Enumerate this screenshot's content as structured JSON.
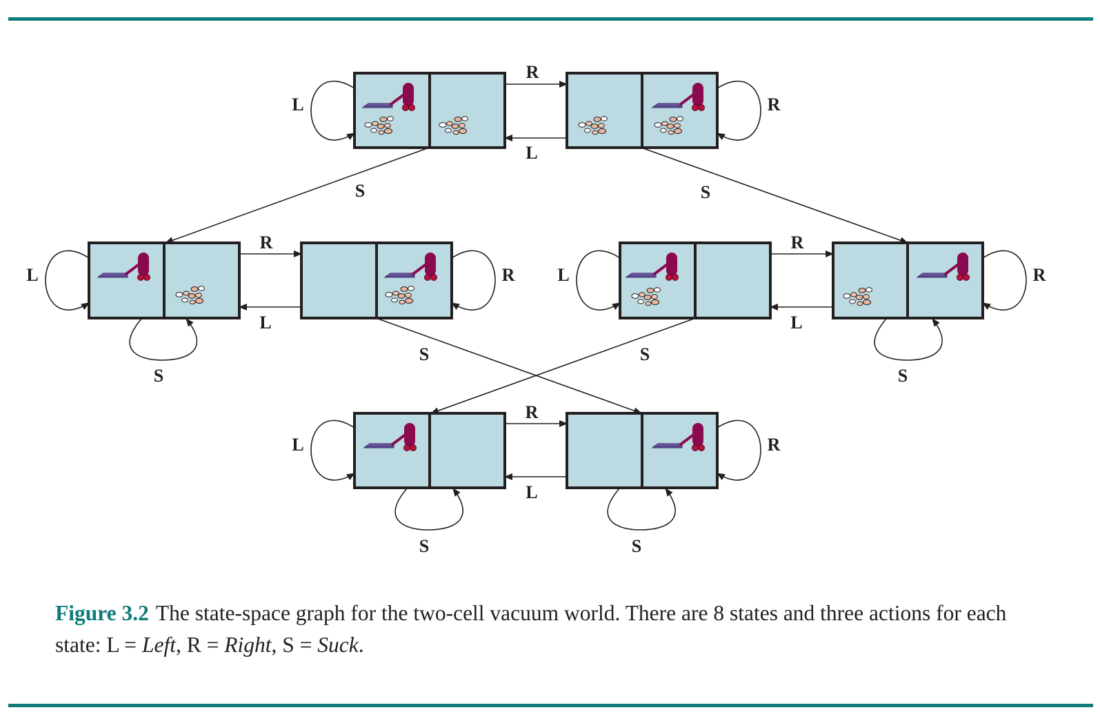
{
  "colors": {
    "rule": "#0e7c7b",
    "cell_fill": "#bcdae2",
    "cell_border": "#231f20",
    "vacuum_body": "#8b0a4f",
    "vacuum_nozzle": "#6d5aa6",
    "dirt": "#e8b59e"
  },
  "labels": {
    "left": "L",
    "right": "R",
    "suck": "S"
  },
  "states": [
    {
      "id": 1,
      "vacuum": "left",
      "dirt_left": true,
      "dirt_right": true
    },
    {
      "id": 2,
      "vacuum": "right",
      "dirt_left": true,
      "dirt_right": true
    },
    {
      "id": 3,
      "vacuum": "left",
      "dirt_left": false,
      "dirt_right": true
    },
    {
      "id": 4,
      "vacuum": "right",
      "dirt_left": false,
      "dirt_right": true
    },
    {
      "id": 5,
      "vacuum": "left",
      "dirt_left": true,
      "dirt_right": false
    },
    {
      "id": 6,
      "vacuum": "right",
      "dirt_left": true,
      "dirt_right": false
    },
    {
      "id": 7,
      "vacuum": "left",
      "dirt_left": false,
      "dirt_right": false
    },
    {
      "id": 8,
      "vacuum": "right",
      "dirt_left": false,
      "dirt_right": false
    }
  ],
  "caption": {
    "figure_number": "Figure 3.2",
    "text_1": "The state-space graph for the two-cell vacuum world. There are 8 states and three actions for each state: L = ",
    "left_word": "Left",
    "text_2": ", R = ",
    "right_word": "Right",
    "text_3": ", S = ",
    "suck_word": "Suck",
    "text_4": "."
  }
}
